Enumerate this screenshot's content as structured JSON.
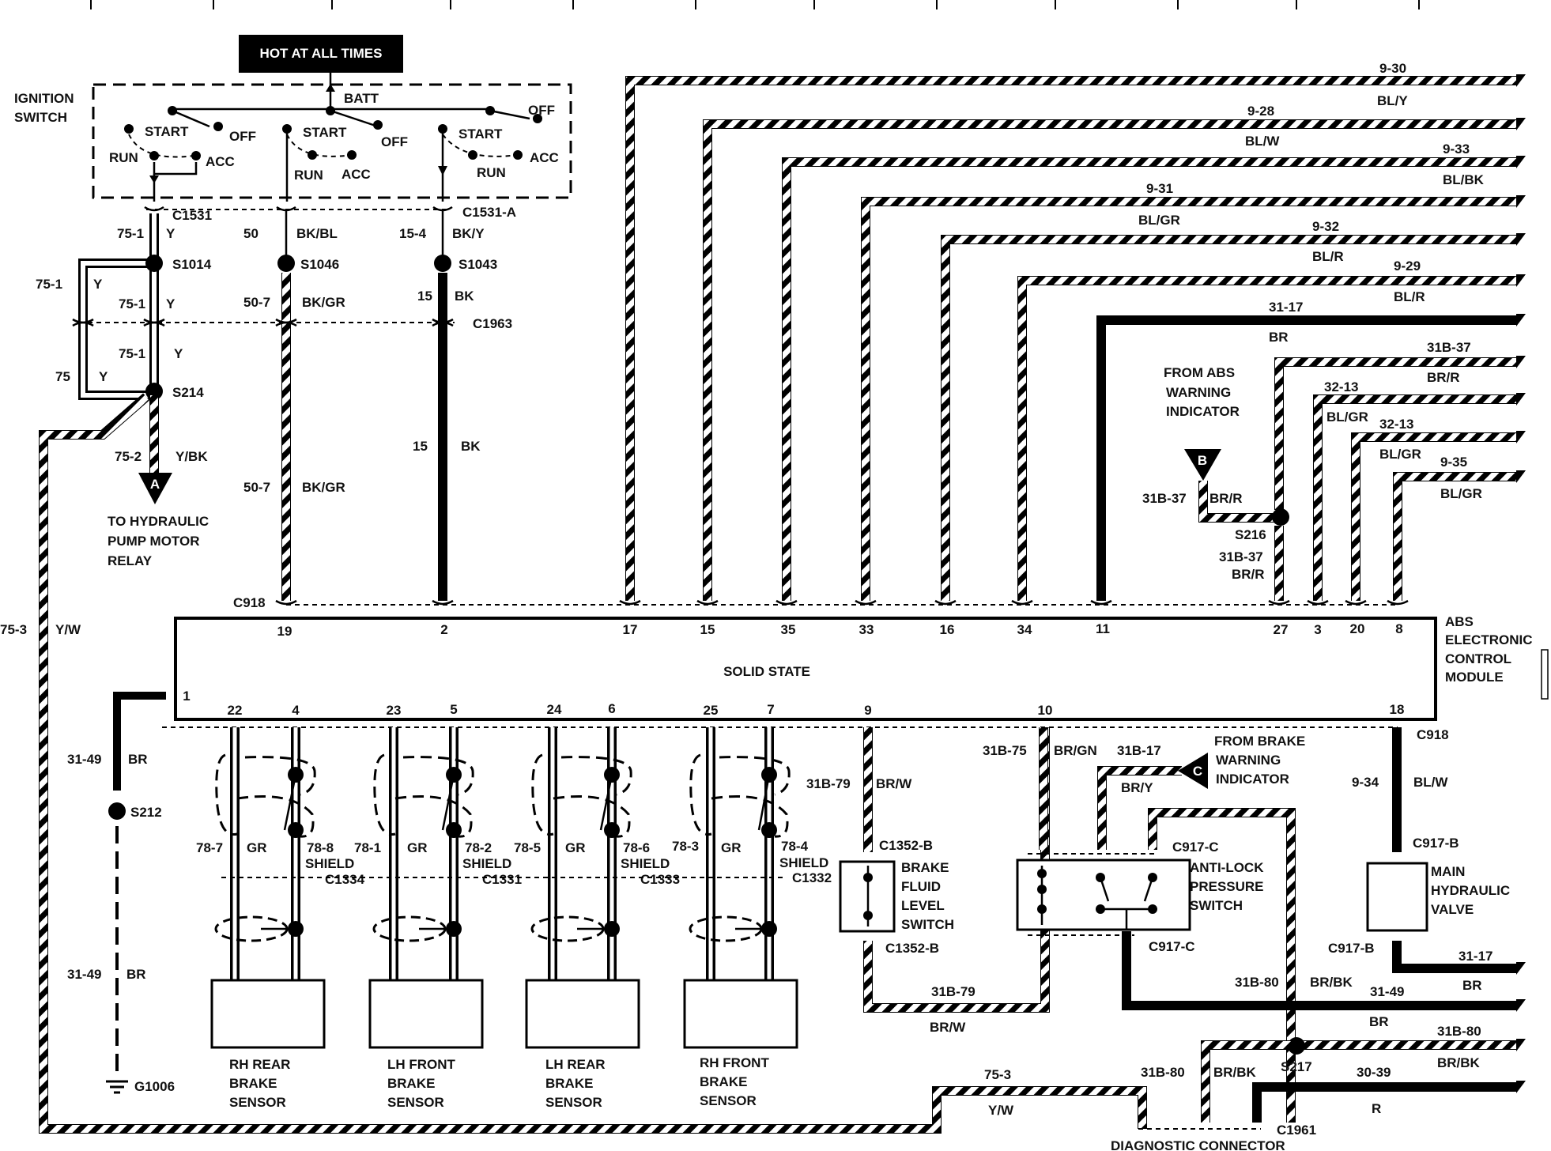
{
  "header": {
    "hot_label": "HOT AT ALL TIMES"
  },
  "ignition": {
    "title_line1": "IGNITION",
    "title_line2": "SWITCH",
    "batt": "BATT",
    "start": "START",
    "off": "OFF",
    "run": "RUN",
    "acc": "ACC"
  },
  "connectors": {
    "c1531": "C1531",
    "c1531a": "C1531-A",
    "c1963": "C1963",
    "c918": "C918",
    "c1334": "C1334",
    "c1331": "C1331",
    "c1333": "C1333",
    "c1332": "C1332",
    "c1352b": "C1352-B",
    "c917c": "C917-C",
    "c917b": "C917-B",
    "c1961": "C1961"
  },
  "splices": {
    "s1014": "S1014",
    "s1046": "S1046",
    "s1043": "S1043",
    "s214": "S214",
    "s216": "S216",
    "s212": "S212",
    "s217": "S217",
    "g1006": "G1006"
  },
  "left_wires": {
    "c75_1": "75-1",
    "y": "Y",
    "c50": "50",
    "bkbl": "BK/BL",
    "c15_4": "15-4",
    "bky": "BK/Y",
    "c50_7": "50-7",
    "bkgr": "BK/GR",
    "c15": "15",
    "bk": "BK",
    "c75": "75",
    "c75_2": "75-2",
    "ybk": "Y/BK",
    "c75_3": "75-3",
    "yw": "Y/W",
    "c31_49": "31-49",
    "br": "BR"
  },
  "pump_relay": {
    "marker": "A",
    "line1": "TO HYDRAULIC",
    "line2": "PUMP MOTOR",
    "line3": "RELAY"
  },
  "right_wires": [
    {
      "circuit": "9-30",
      "color": "BL/Y"
    },
    {
      "circuit": "9-28",
      "color": "BL/W"
    },
    {
      "circuit": "9-33",
      "color": "BL/BK"
    },
    {
      "circuit": "9-31",
      "color": "BL/GR"
    },
    {
      "circuit": "9-32",
      "color": "BL/R"
    },
    {
      "circuit": "9-29",
      "color": "BL/R"
    },
    {
      "circuit": "31-17",
      "color": "BR"
    },
    {
      "circuit": "31B-37",
      "color": "BR/R"
    },
    {
      "circuit": "32-13",
      "color": "BL/GR"
    },
    {
      "circuit": "32-13",
      "color": "BL/GR"
    },
    {
      "circuit": "9-35",
      "color": "BL/GR"
    }
  ],
  "abs_warning": {
    "line1": "FROM ABS",
    "line2": "WARNING",
    "line3": "INDICATOR",
    "marker": "B",
    "circuit": "31B-37",
    "color": "BR/R"
  },
  "module": {
    "inner_label": "SOLID STATE",
    "name_line1": "ABS",
    "name_line2": "ELECTRONIC",
    "name_line3": "CONTROL",
    "name_line4": "MODULE",
    "top_pins": [
      "19",
      "2",
      "17",
      "15",
      "35",
      "33",
      "16",
      "34",
      "11",
      "27",
      "3",
      "20",
      "8"
    ],
    "bottom_pins": [
      "1",
      "22",
      "4",
      "23",
      "5",
      "24",
      "6",
      "25",
      "7",
      "9",
      "10",
      "18"
    ]
  },
  "sensors": [
    {
      "c_a": "78-7",
      "gr": "GR",
      "c_b": "78-8",
      "shield": "SHIELD",
      "line1": "RH REAR",
      "line2": "BRAKE",
      "line3": "SENSOR"
    },
    {
      "c_a": "78-1",
      "gr": "GR",
      "c_b": "78-2",
      "shield": "SHIELD",
      "line1": "LH FRONT",
      "line2": "BRAKE",
      "line3": "SENSOR"
    },
    {
      "c_a": "78-5",
      "gr": "GR",
      "c_b": "78-6",
      "shield": "SHIELD",
      "line1": "LH REAR",
      "line2": "BRAKE",
      "line3": "SENSOR"
    },
    {
      "c_a": "78-3",
      "gr": "GR",
      "c_b": "78-4",
      "shield": "SHIELD",
      "line1": "RH FRONT",
      "line2": "BRAKE",
      "line3": "SENSOR"
    }
  ],
  "brake_fluid": {
    "circuit": "31B-79",
    "color": "BR/W",
    "line1": "BRAKE",
    "line2": "FLUID",
    "line3": "LEVEL",
    "line4": "SWITCH"
  },
  "pressure_switch": {
    "circuit": "31B-75",
    "color": "BR/GN",
    "circuit2": "31B-17",
    "color2": "BR/Y",
    "line1": "ANTI-LOCK",
    "line2": "PRESSURE",
    "line3": "SWITCH"
  },
  "brake_warning": {
    "line1": "FROM BRAKE",
    "line2": "WARNING",
    "line3": "INDICATOR",
    "marker": "C"
  },
  "hydraulic_valve": {
    "circuit": "9-34",
    "color": "BL/W",
    "line1": "MAIN",
    "line2": "HYDRAULIC",
    "line3": "VALVE"
  },
  "bottom_right": {
    "c31_17": "31-17",
    "br": "BR",
    "c31_49": "31-49",
    "c31b_80": "31B-80",
    "brbk": "BR/BK",
    "c30_39": "30-39",
    "r": "R",
    "c75_3": "75-3",
    "yw": "Y/W",
    "diag": "DIAGNOSTIC CONNECTOR"
  }
}
